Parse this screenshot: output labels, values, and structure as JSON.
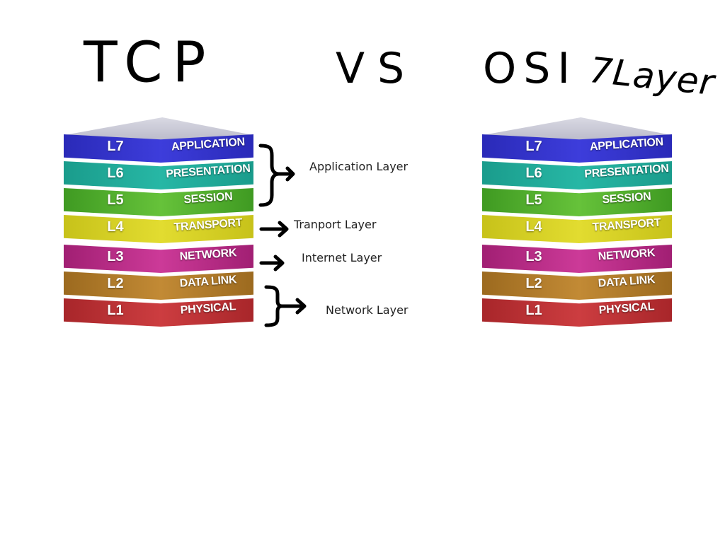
{
  "titles": {
    "tcp": "TCP",
    "vs": "VS",
    "osi": "OSI",
    "seven_layer": "7Layer"
  },
  "layers": [
    {
      "code": "L7",
      "name": "APPLICATION",
      "color_left": "#2a2ab8",
      "color_right": "#3d3ddb"
    },
    {
      "code": "L6",
      "name": "PRESENTATION",
      "color_left": "#1a9c8c",
      "color_right": "#27b7a5"
    },
    {
      "code": "L5",
      "name": "SESSION",
      "color_left": "#3f9a22",
      "color_right": "#66c23a"
    },
    {
      "code": "L4",
      "name": "TRANSPORT",
      "color_left": "#c7c21a",
      "color_right": "#e2dc30"
    },
    {
      "code": "L3",
      "name": "NETWORK",
      "color_left": "#a11f73",
      "color_right": "#cc3a98"
    },
    {
      "code": "L2",
      "name": "DATA LINK",
      "color_left": "#9c6a1f",
      "color_right": "#c28a35"
    },
    {
      "code": "L1",
      "name": "PHYSICAL",
      "color_left": "#a8262a",
      "color_right": "#cc3d40"
    }
  ],
  "tcp_labels": {
    "application": "Application Layer",
    "transport": "Tranport Layer",
    "internet": "Internet Layer",
    "network": "Network Layer"
  }
}
